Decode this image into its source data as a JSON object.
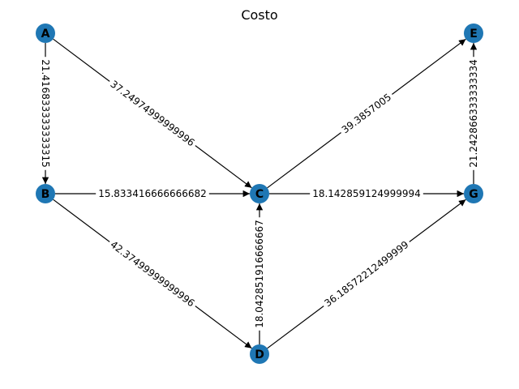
{
  "title": "Costo",
  "colors": {
    "node": "#1f77b4",
    "edge": "#000000",
    "background": "#ffffff"
  },
  "nodes": [
    {
      "id": "A",
      "label": "A"
    },
    {
      "id": "B",
      "label": "B"
    },
    {
      "id": "C",
      "label": "C"
    },
    {
      "id": "D",
      "label": "D"
    },
    {
      "id": "E",
      "label": "E"
    },
    {
      "id": "G",
      "label": "G"
    }
  ],
  "edges": [
    {
      "source": "A",
      "target": "B",
      "label": "21.416833333333315"
    },
    {
      "source": "A",
      "target": "C",
      "label": "37.24974999999996"
    },
    {
      "source": "B",
      "target": "C",
      "label": "15.833416666666682"
    },
    {
      "source": "B",
      "target": "D",
      "label": "42.37499999999996"
    },
    {
      "source": "C",
      "target": "E",
      "label": "39.3857005"
    },
    {
      "source": "C",
      "target": "G",
      "label": "18.142859124999994"
    },
    {
      "source": "D",
      "target": "C",
      "label": "18.042851916666667"
    },
    {
      "source": "D",
      "target": "G",
      "label": "36.18572212499999"
    },
    {
      "source": "G",
      "target": "E",
      "label": "21.242866333333334"
    }
  ]
}
